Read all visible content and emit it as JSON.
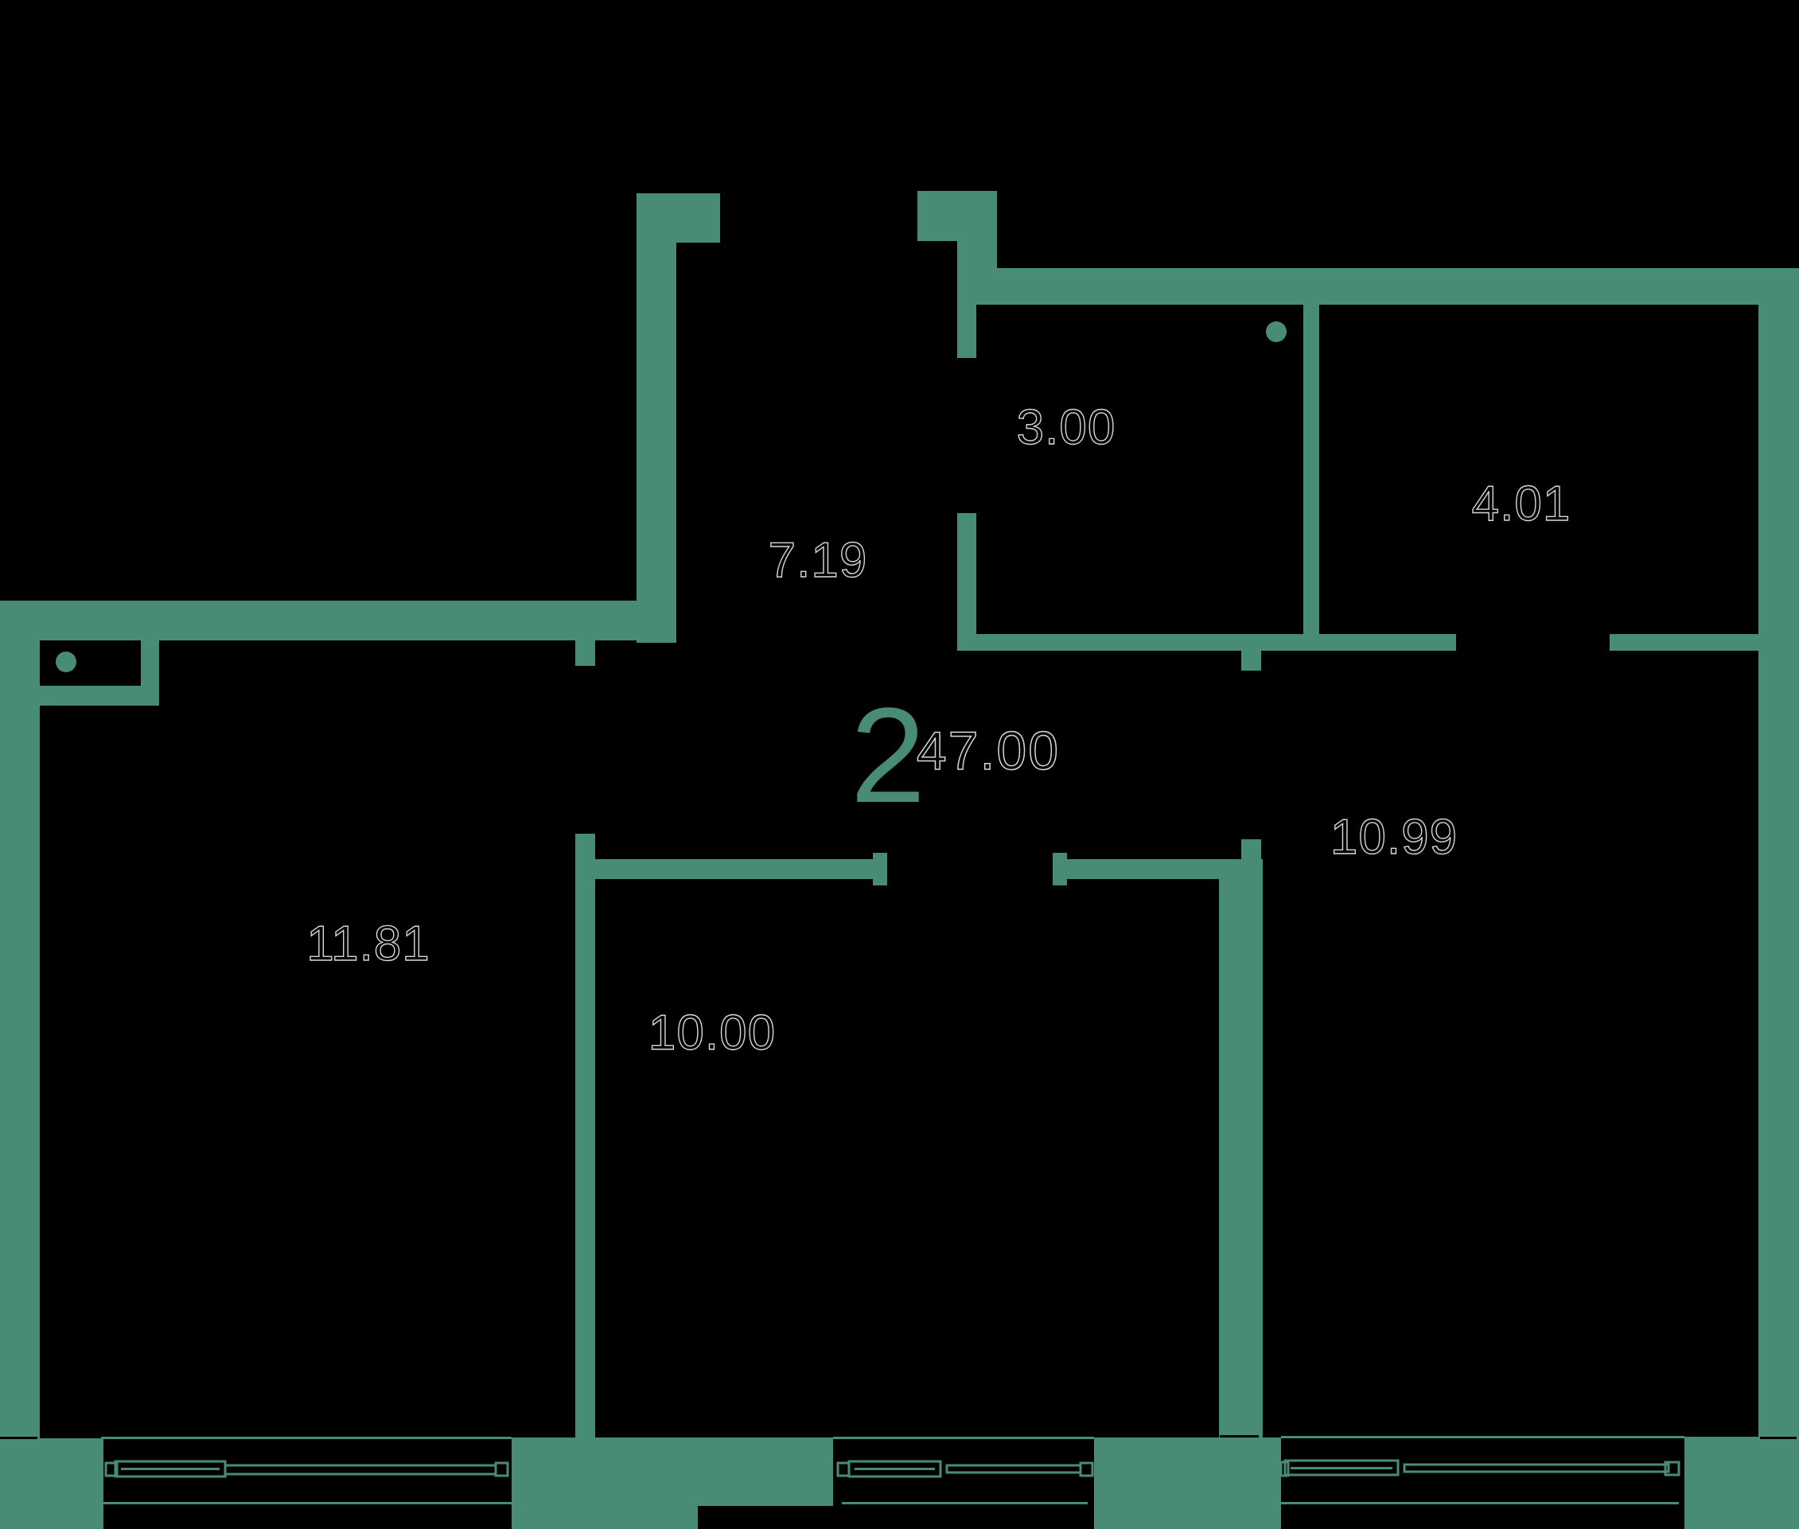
{
  "theme": {
    "wall": "#488C76",
    "background": "#000000",
    "outline": "#D6D6D6"
  },
  "plan": {
    "rooms_count": "2",
    "total_area": "47.00",
    "rooms": [
      {
        "area": "7.19"
      },
      {
        "area": "3.00"
      },
      {
        "area": "4.01"
      },
      {
        "area": "11.81"
      },
      {
        "area": "10.00"
      },
      {
        "area": "10.99"
      }
    ]
  }
}
